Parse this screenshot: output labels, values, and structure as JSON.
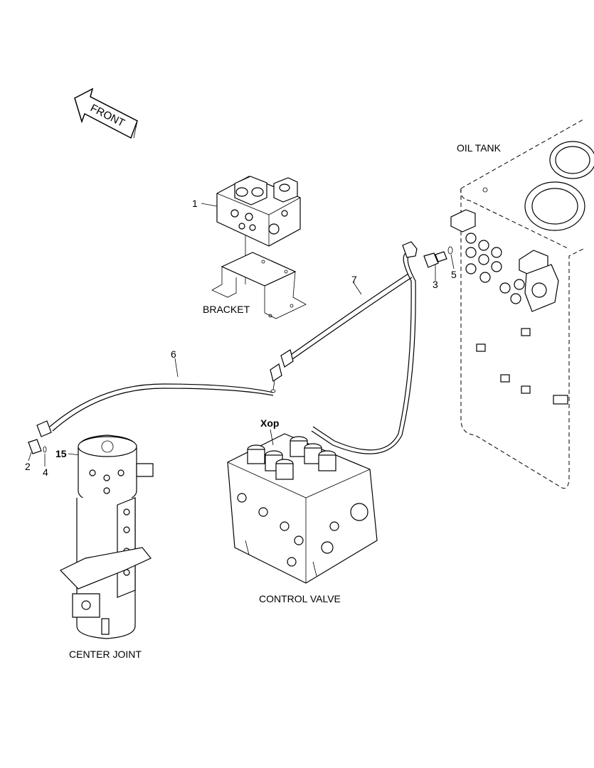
{
  "labels": {
    "front": "FRONT",
    "oil_tank": "OIL TANK",
    "bracket": "BRACKET",
    "control_valve": "CONTROL VALVE",
    "center_joint": "CENTER JOINT",
    "port": "Xop"
  },
  "callouts": {
    "c1": "1",
    "c2": "2",
    "c3": "3",
    "c4": "4",
    "c5": "5",
    "c6": "6",
    "c7": "7",
    "c15": "15"
  }
}
